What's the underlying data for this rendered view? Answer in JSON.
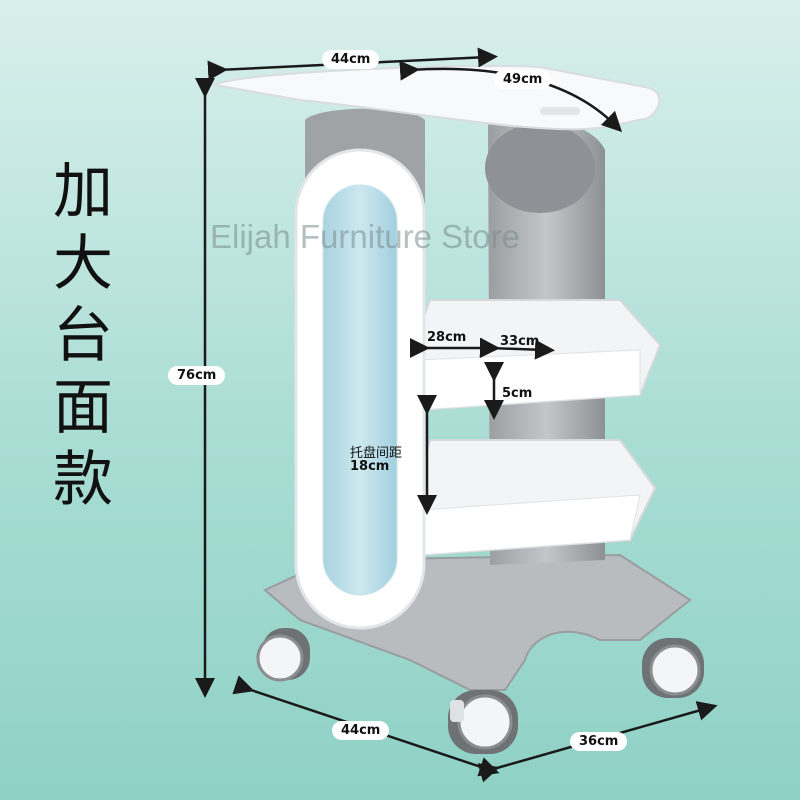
{
  "title_chars": [
    "加",
    "大",
    "台",
    "面",
    "款"
  ],
  "watermark": "Elijah Furniture Store",
  "dimensions": {
    "top_width": "44cm",
    "top_depth": "49cm",
    "height": "76cm",
    "tray_width": "28cm",
    "tray_depth": "33cm",
    "tray_rim": "5cm",
    "tray_spacing_label": "托盘间距",
    "tray_spacing": "18cm",
    "base_width": "44cm",
    "base_depth": "36cm"
  },
  "colors": {
    "background": "#a9ddd4",
    "frame_white": "#ffffff",
    "frame_gray": "#a7abae",
    "panel_blue": "#b7dde8",
    "dimension_line": "#1a1a1a"
  }
}
